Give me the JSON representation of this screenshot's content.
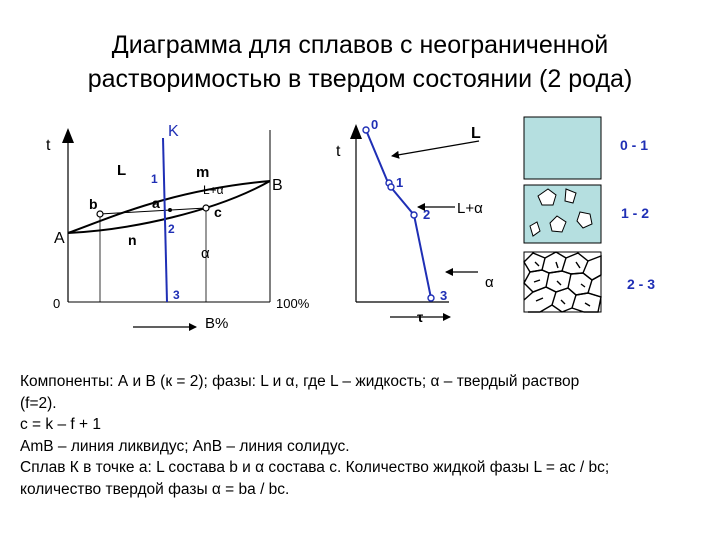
{
  "title": {
    "line1": "Диаграмма для сплавов с неограниченной",
    "line2": "растворимостью в твердом состоянии (2 рода)"
  },
  "phase_diagram": {
    "axis_t": "t",
    "label_K": "K",
    "label_L": "L",
    "label_m": "m",
    "label_L_alpha": "L+α",
    "label_B_right": "B",
    "label_A": "A",
    "label_b": "b",
    "label_a": "a",
    "label_c": "c",
    "label_n": "n",
    "label_alpha": "α",
    "point_1": "1",
    "point_2": "2",
    "point_3": "3",
    "x_zero": "0",
    "x_hundred": "100%",
    "x_axis_label": "B%"
  },
  "cooling_curve": {
    "axis_t": "t",
    "axis_tau": "τ",
    "point_0": "0",
    "point_1": "1",
    "point_2": "2",
    "point_3": "3",
    "label_L": "L",
    "label_L_alpha": "L+α",
    "label_alpha": "α"
  },
  "structures": {
    "range_0_1": "0 - 1",
    "range_1_2": "1 - 2",
    "range_2_3": "2 - 3"
  },
  "colors": {
    "blue": "#1f2fb5",
    "liquid_fill": "#b5dfe0"
  },
  "notes": {
    "line1": "Компоненты: А и В (к = 2); фазы: L и α, где L – жидкость; α – твердый раствор",
    "line2": "(f=2).",
    "line3": "c = k – f + 1",
    "line4": "AmB – линия ликвидус; AnB – линия солидус.",
    "line5": "Сплав К в точке а: L состава b и α состава с. Количество жидкой фазы L = ac / bc;",
    "line6": "количество твердой фазы α = ba / bc."
  }
}
